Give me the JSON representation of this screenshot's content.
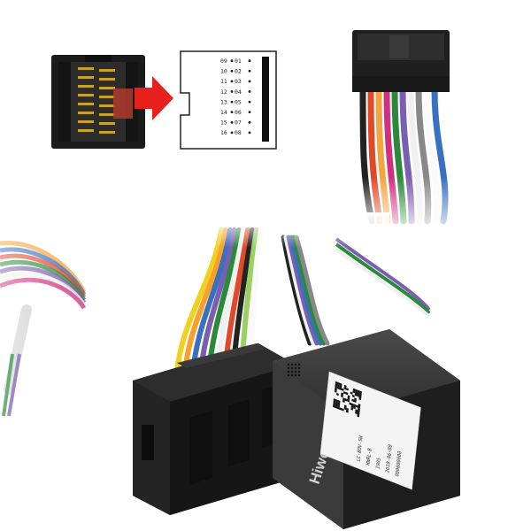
{
  "pinout": {
    "rows": [
      {
        "left": "09",
        "right": "01"
      },
      {
        "left": "10",
        "right": "02"
      },
      {
        "left": "11",
        "right": "03"
      },
      {
        "left": "12",
        "right": "04"
      },
      {
        "left": "13",
        "right": "05"
      },
      {
        "left": "14",
        "right": "06"
      },
      {
        "left": "15",
        "right": "07"
      },
      {
        "left": "16",
        "right": "08"
      }
    ]
  },
  "module": {
    "brand": "Hiworld",
    "label_lines": [
      "LC-BOV-SW",
      "HWRL-B",
      "1905",
      "2018-06-08",
      "000000000"
    ]
  },
  "colors": {
    "connector": "#2a2a2a",
    "module_body": "#3a3a3a",
    "arrow": "#e8201c",
    "pin_gold": "#c9a227"
  }
}
